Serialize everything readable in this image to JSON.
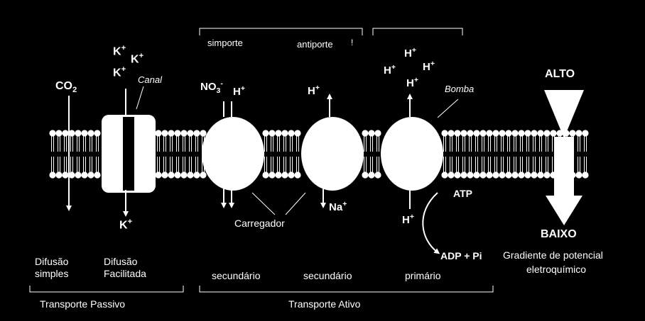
{
  "molecules": {
    "co2": "CO",
    "co2_sub": "2",
    "k": "K",
    "plus": "+",
    "k_top_1": "K",
    "k_top_2": "K",
    "k_top_3": "K",
    "no3": "NO",
    "no3_sub": "3",
    "minus": "-",
    "h": "H",
    "na": "Na",
    "atp": "ATP",
    "adp_pi": "ADP + Pi"
  },
  "labels": {
    "canal": "Canal",
    "bomba": "Bomba",
    "carregador": "Carregador",
    "simporte": "simporte",
    "antiporte": "antiporte",
    "stray_mark": "!",
    "alto": "ALTO",
    "baixo": "BAIXO",
    "gradiente_line1": "Gradiente de potencial",
    "gradiente_line2": "eletroquímico",
    "difusao_simples_1": "Difusão",
    "difusao_simples_2": "simples",
    "difusao_facilitada_1": "Difusão",
    "difusao_facilitada_2": "Facilitada",
    "secundario_1": "secundário",
    "secundario_2": "secundário",
    "primario": "primário",
    "transporte_passivo": "Transporte Passivo",
    "transporte_ativo": "Transporte Ativo"
  }
}
